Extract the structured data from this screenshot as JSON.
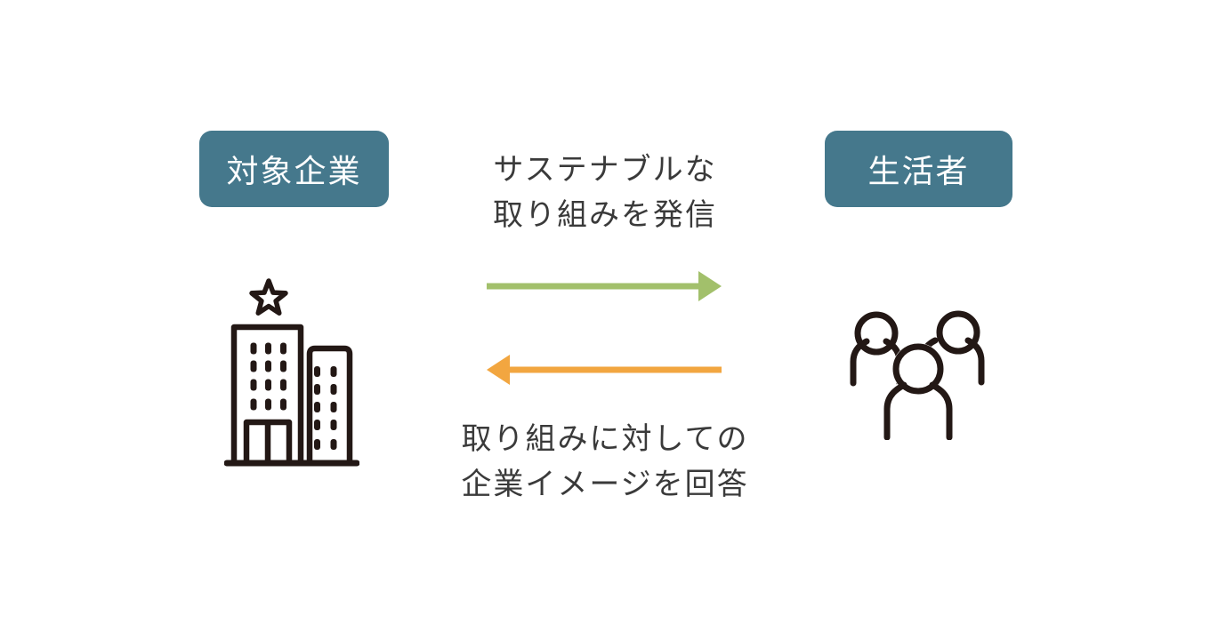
{
  "diagram": {
    "colors": {
      "background": "#ffffff",
      "box_teal": "#45788c",
      "box_text": "#ffffff",
      "caption_text": "#3a3a3a",
      "arrow_green": "#a2c06b",
      "arrow_orange": "#f2a640",
      "icon_stroke": "#231815"
    },
    "left_entity": {
      "label": "対象企業",
      "icon": "building-with-star"
    },
    "right_entity": {
      "label": "生活者",
      "icon": "people-group"
    },
    "forward_flow": {
      "direction": "left-to-right",
      "caption_line1": "サステナブルな",
      "caption_line2": "取り組みを発信"
    },
    "return_flow": {
      "direction": "right-to-left",
      "caption_line1": "取り組みに対しての",
      "caption_line2": "企業イメージを回答"
    }
  }
}
